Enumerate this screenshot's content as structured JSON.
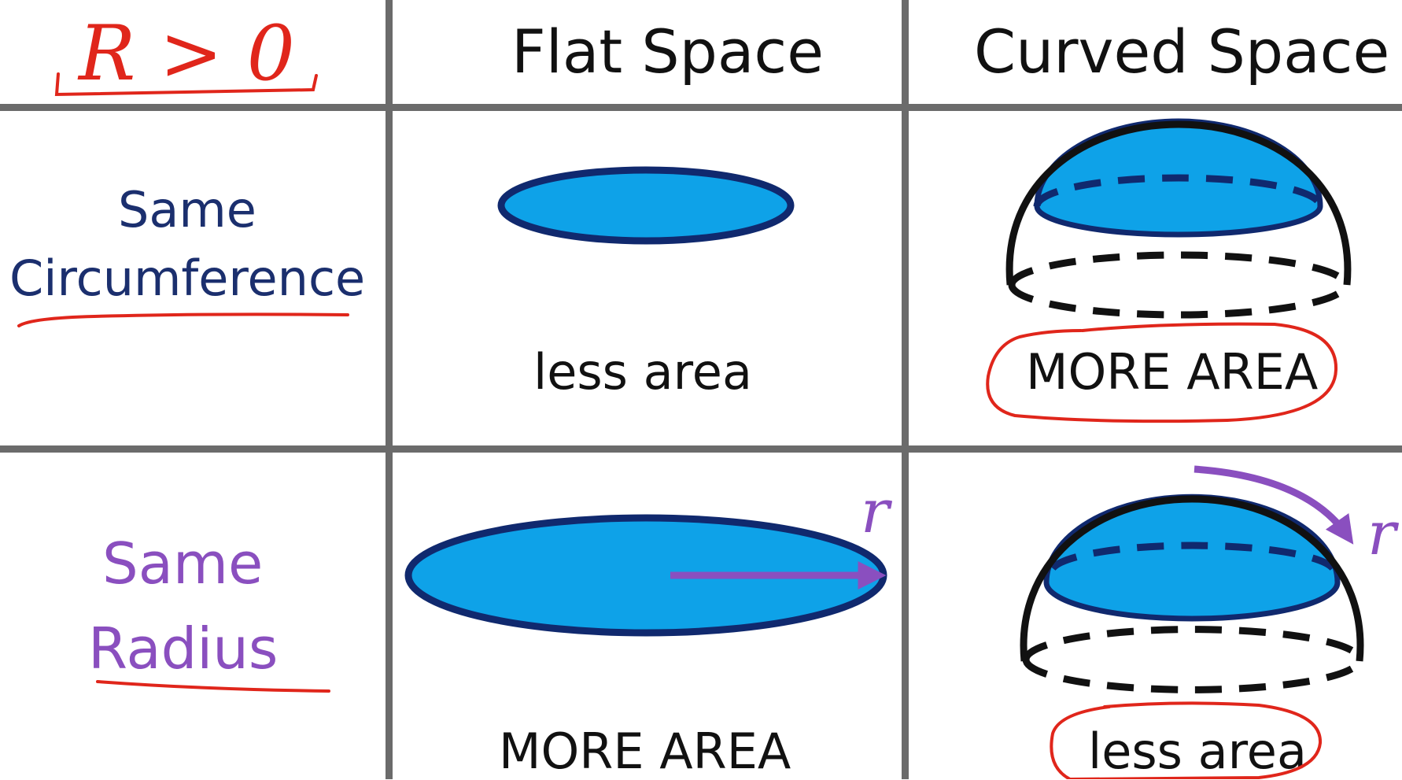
{
  "corner": {
    "condition": "R > 0"
  },
  "columns": {
    "flat": "Flat Space",
    "curved": "Curved Space"
  },
  "rows": {
    "circumference": {
      "line1": "Same",
      "line2": "Circumference"
    },
    "radius": {
      "line1": "Same",
      "line2": "Radius"
    }
  },
  "cells": {
    "flat_circumference": "less area",
    "curved_circumference": "MORE AREA",
    "flat_radius": "MORE AREA",
    "curved_radius": "less area"
  },
  "radius_symbol": "r",
  "colors": {
    "grid": "#6b6b6b",
    "disc_fill": "#0ea2e8",
    "disc_stroke": "#10296e",
    "navy_text": "#1b2f6e",
    "purple": "#8a4fbf",
    "annotation_red": "#e0261b"
  }
}
